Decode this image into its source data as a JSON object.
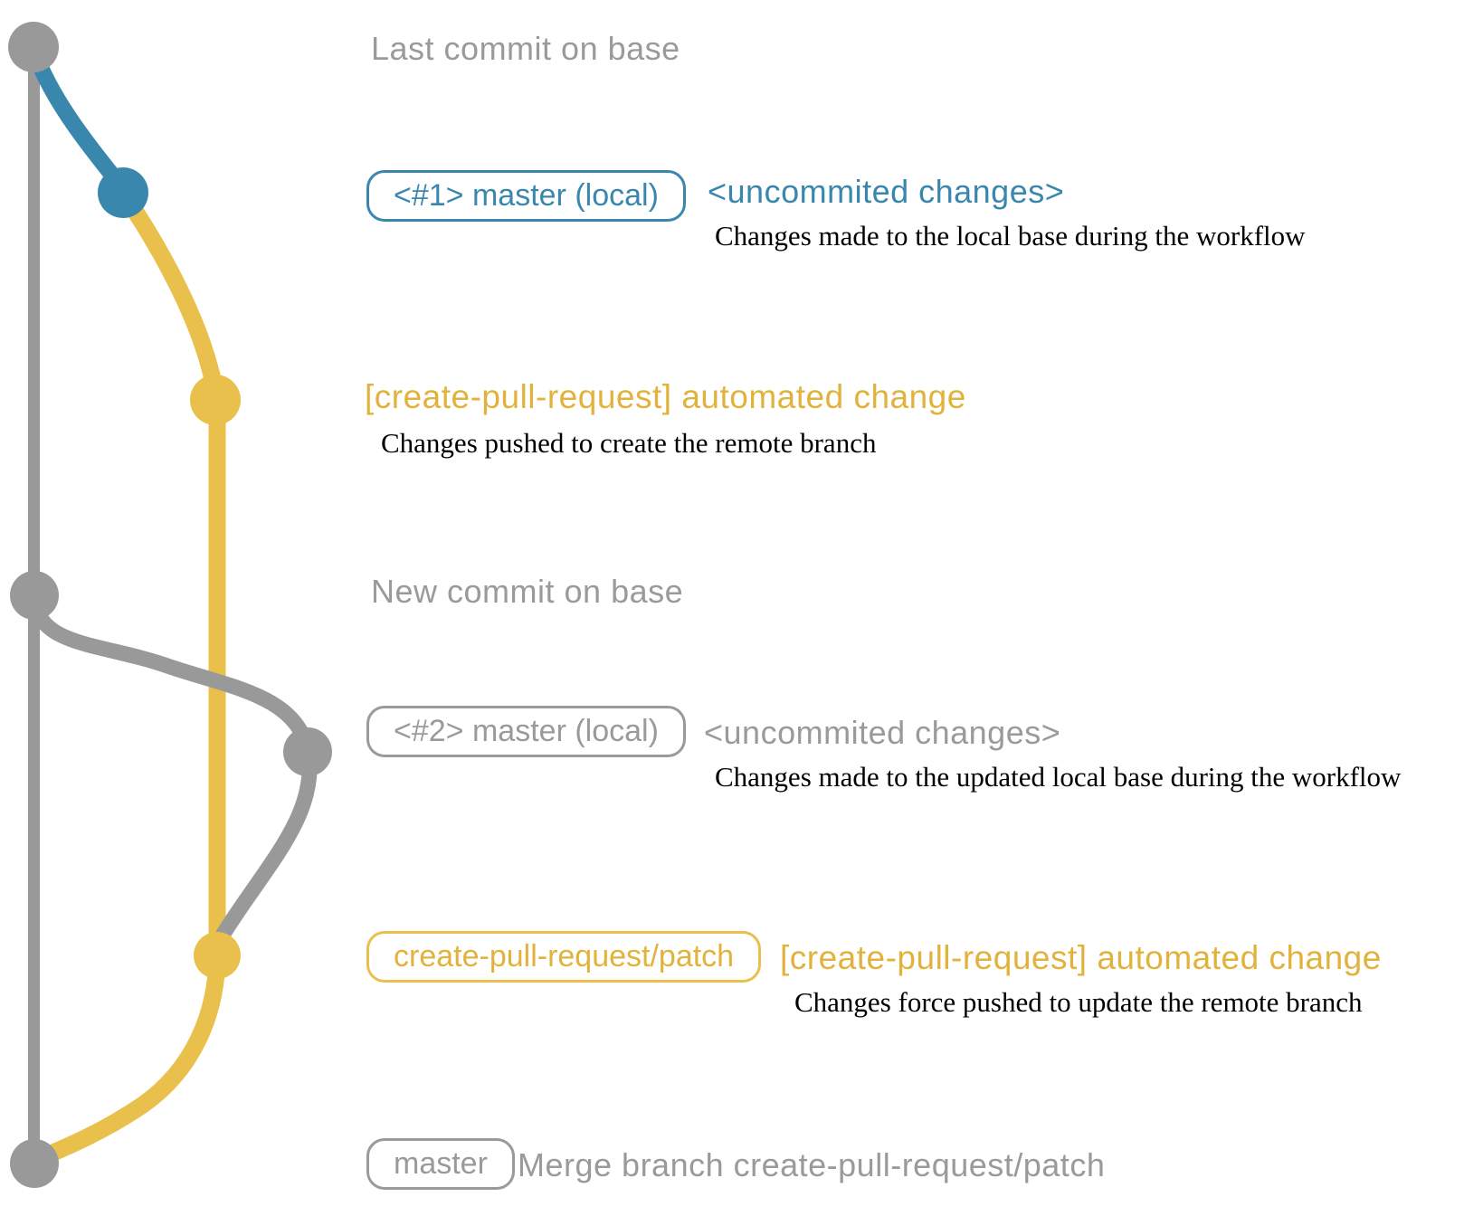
{
  "graph": {
    "colors": {
      "base_gray": "#999999",
      "local_blue": "#3a87ad",
      "remote_yellow": "#e9c04b"
    }
  },
  "annotations": {
    "last_commit": {
      "text": "Last commit on base"
    },
    "commit_local_1": {
      "branch_label": "<#1> master (local)",
      "title": "<uncommited changes>",
      "description": "Changes made to the local base during the workflow"
    },
    "commit_remote_1": {
      "title": "[create-pull-request] automated change",
      "description": "Changes pushed to create the remote branch"
    },
    "new_commit": {
      "text": "New commit on base"
    },
    "commit_local_2": {
      "branch_label": "<#2> master (local)",
      "title": "<uncommited changes>",
      "description": "Changes made to the updated local base during the workflow"
    },
    "commit_remote_2": {
      "branch_label": "create-pull-request/patch",
      "title": "[create-pull-request] automated change",
      "description": "Changes force pushed to update the remote branch"
    },
    "merge_commit": {
      "branch_label": "master",
      "title": "Merge branch create-pull-request/patch"
    }
  }
}
